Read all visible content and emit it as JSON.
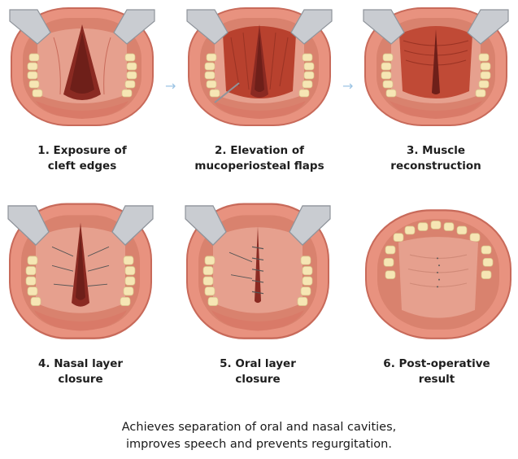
{
  "steps": [
    {
      "line1": "1. Exposure of",
      "line2": "cleft edges"
    },
    {
      "line1": "2. Elevation of",
      "line2": "mucoperiosteal flaps"
    },
    {
      "line1": "3. Muscle",
      "line2": "reconstruction"
    },
    {
      "line1": "4. Nasal layer",
      "line2": "closure"
    },
    {
      "line1": "5. Oral layer",
      "line2": "closure"
    },
    {
      "line1": "6. Post-operative",
      "line2": "result"
    }
  ],
  "arrows": [
    "→",
    "→"
  ],
  "footer": {
    "line1": "Achieves separation of oral and nasal cavities,",
    "line2": "improves speech and prevents regurgitation."
  },
  "colors": {
    "lip": "#e8927f",
    "lip_dark": "#c86a5a",
    "palate": "#e6a08e",
    "cleft": "#8a2a22",
    "muscle": "#b8412e",
    "teeth": "#f6e6b4",
    "retractor": "#c9ccd1",
    "suture": "#555555",
    "arrow": "#9cc4e4"
  }
}
